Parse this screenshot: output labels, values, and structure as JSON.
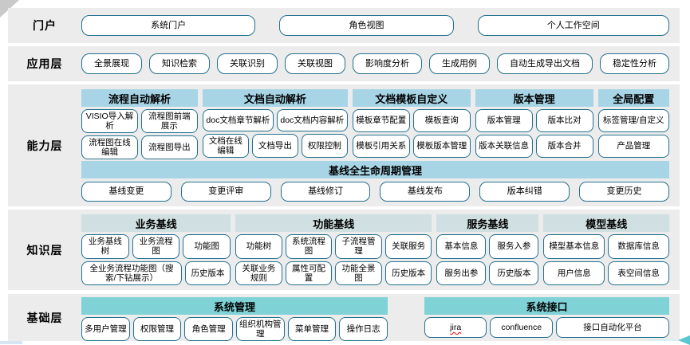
{
  "colors": {
    "band": "#ececec",
    "header_blue": "#a7d5e6",
    "header_pale": "#d0dfe1",
    "header_teal": "#7fd2d6",
    "border": "#23708f",
    "arrow": "#58c7d0"
  },
  "layers": [
    {
      "id": "portal",
      "label": "门户",
      "type": "buttons",
      "gap": 30,
      "items": [
        "系统门户",
        "角色视图",
        "个人工作空间"
      ]
    },
    {
      "id": "application",
      "label": "应用层",
      "type": "buttons",
      "gap": 9,
      "items": [
        "全景展现",
        "知识检索",
        "关联识别",
        "关联视图",
        "影响度分析",
        "生成用例",
        "自动生成导出文档",
        "稳定性分析"
      ]
    },
    {
      "id": "capability",
      "label": "能力层",
      "type": "groups",
      "header_color": "header_blue",
      "groups": [
        {
          "title": "流程自动解析",
          "flex": 150,
          "rows": [
            [
              "VISIO导入解析",
              "流程图前端展示"
            ],
            [
              "流程图在线编辑",
              "流程图导出"
            ]
          ]
        },
        {
          "title": "文档自动解析",
          "flex": 187,
          "rows": [
            [
              "doc文档章节解析",
              "doc文档内容解析"
            ],
            [
              "文档在线编辑",
              "文档导出",
              "权限控制"
            ]
          ]
        },
        {
          "title": "文档模板自定义",
          "flex": 152,
          "rows": [
            [
              "模板章节配置",
              "模板查询"
            ],
            [
              "模板引用关系",
              "模板版本管理"
            ]
          ]
        },
        {
          "title": "版本管理",
          "flex": 152,
          "rows": [
            [
              "版本管理",
              "版本比对"
            ],
            [
              "版本关联信息",
              "版本合并"
            ]
          ]
        },
        {
          "title": "全局配置",
          "flex": 92,
          "rows": [
            [
              "标签管理/自定义"
            ],
            [
              "产品管理"
            ]
          ]
        }
      ],
      "baseline": {
        "title": "基线全生命周期管理",
        "gap": 12,
        "items": [
          "基线变更",
          "变更评审",
          "基线修订",
          "基线发布",
          "版本纠错",
          "变更历史"
        ]
      }
    },
    {
      "id": "knowledge",
      "label": "知识层",
      "type": "groups",
      "header_color": "header_pale",
      "groups": [
        {
          "title": "业务基线",
          "flex": 190,
          "rows": [
            [
              "业务基线树",
              "业务流程图",
              "功能图"
            ],
            [
              {
                "label": "全业务流程功能图（搜索/下钻展示）",
                "flex": 2.4
              },
              "历史版本"
            ]
          ]
        },
        {
          "title": "功能基线",
          "flex": 250,
          "rows": [
            [
              "功能树",
              "系统流程图",
              "子流程管理",
              "关联服务"
            ],
            [
              "关联业务规则",
              "属性可配置",
              "功能全景图",
              "历史版本"
            ]
          ]
        },
        {
          "title": "服务基线",
          "flex": 130,
          "rows": [
            [
              "基本信息",
              "服务入参"
            ],
            [
              "服务出参",
              "历史版本"
            ]
          ]
        },
        {
          "title": "模型基线",
          "flex": 160,
          "rows": [
            [
              "模型基本信息",
              "数据库信息"
            ],
            [
              "用户信息",
              "表空间信息"
            ]
          ]
        }
      ]
    },
    {
      "id": "base",
      "label": "基础层",
      "type": "groups",
      "header_color": "header_teal",
      "gap": 46,
      "groups": [
        {
          "title": "系统管理",
          "flex": 375,
          "rows": [
            [
              "多用户管理",
              "权限管理",
              "角色管理",
              "组织机构管理",
              "菜单管理",
              "操作日志"
            ]
          ]
        },
        {
          "title": "系统接口",
          "flex": 300,
          "rows": [
            [
              {
                "label": "jira",
                "misspelled": true
              },
              "confluence",
              {
                "label": "接口自动化平台",
                "flex": 1.9
              }
            ]
          ]
        }
      ]
    }
  ]
}
